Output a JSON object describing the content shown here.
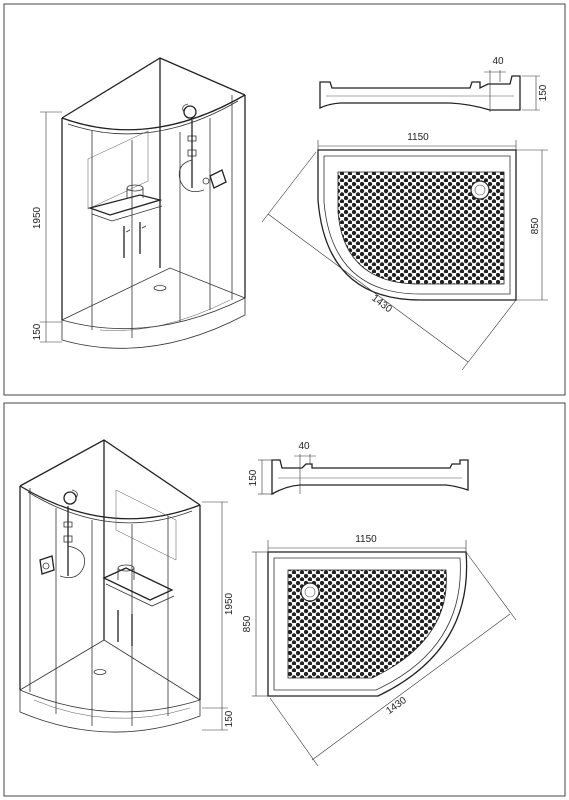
{
  "drawing": {
    "panels": [
      {
        "orientation": "left",
        "dims": {
          "height": "1950",
          "tray_height": "150",
          "rim_width": "40",
          "profile_height": "150",
          "tray_length": "1150",
          "tray_depth": "850",
          "tray_diagonal": "1430"
        }
      },
      {
        "orientation": "right",
        "dims": {
          "height": "1950",
          "tray_height": "150",
          "rim_width": "40",
          "profile_height": "150",
          "tray_length": "1150",
          "tray_depth": "850",
          "tray_diagonal": "1430"
        }
      }
    ]
  }
}
